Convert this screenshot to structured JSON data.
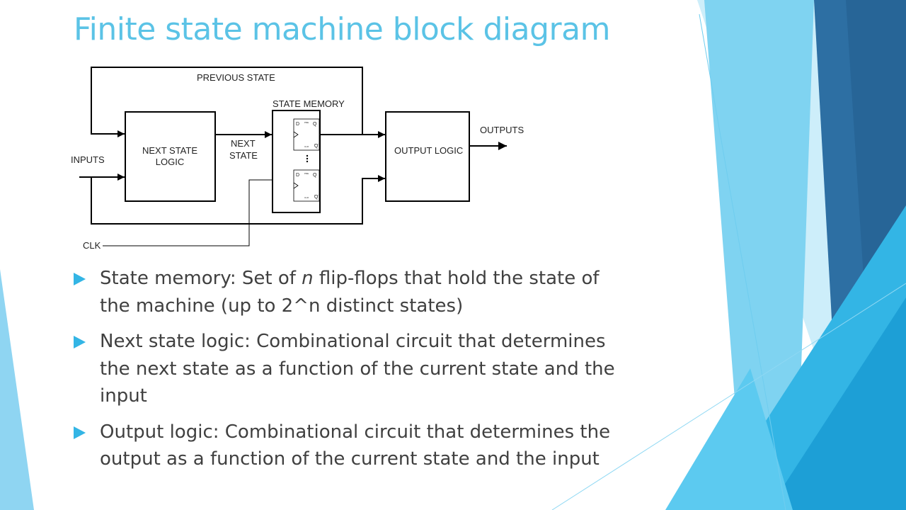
{
  "slide": {
    "title": "Finite state machine block diagram"
  },
  "diagram": {
    "labels": {
      "previous_state": "PREVIOUS STATE",
      "state_memory": "STATE MEMORY",
      "next_state_logic_line1": "NEXT STATE",
      "next_state_logic_line2": "LOGIC",
      "next_state_line1": "NEXT",
      "next_state_line2": "STATE",
      "output_logic": "OUTPUT LOGIC",
      "outputs": "OUTPUTS",
      "inputs": "INPUTS",
      "clk": "CLK"
    },
    "flip_flop": {
      "d": "D",
      "q": "Q",
      "q_bar": "Q",
      "pre": "PRE",
      "clr": "CLR"
    }
  },
  "bullets": [
    {
      "term": "State memory:",
      "text_before": " Set of ",
      "italic": "n",
      "text_after": " flip-flops that hold the state of the machine (up to 2^n distinct states)"
    },
    {
      "term": "Next state logic:",
      "text": " Combinational circuit that determines the next state as a function of the current state and the input"
    },
    {
      "term": "Output logic:",
      "text": " Combinational circuit that determines the output as a function of the current state and the input"
    }
  ],
  "colors": {
    "title": "#5bc3e6",
    "bullet": "#33b5e5",
    "body_text": "#404040"
  }
}
